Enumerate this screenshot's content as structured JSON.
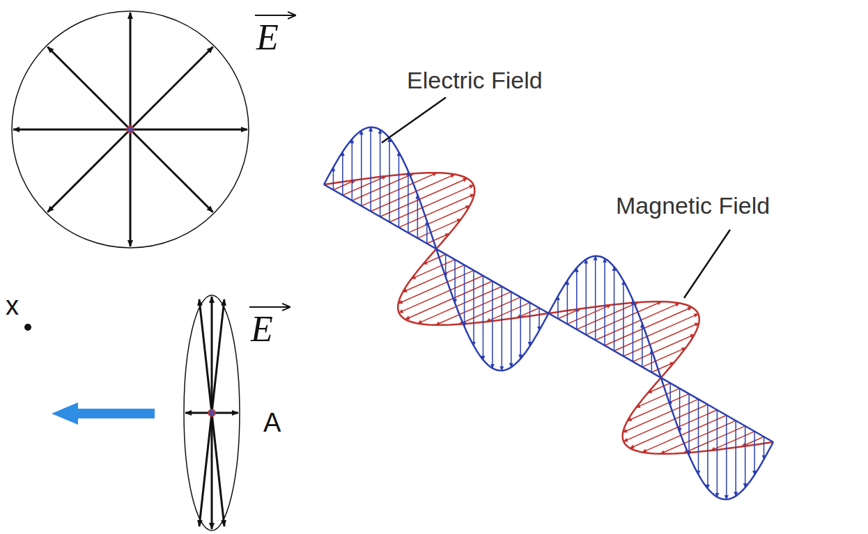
{
  "diagram": {
    "labels": [
      "E",
      "x",
      "E",
      "A",
      "Electric Field",
      "Magnetic Field"
    ]
  }
}
